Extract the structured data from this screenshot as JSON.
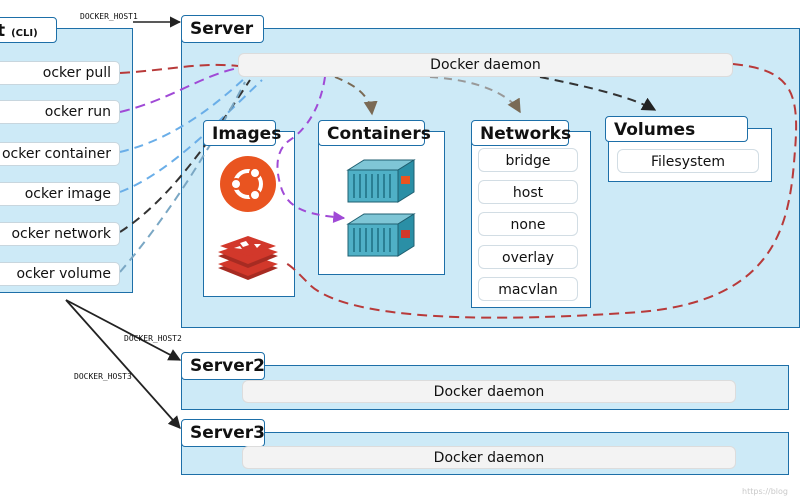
{
  "client": {
    "title": "t",
    "subtitle": "(CLI)",
    "commands": [
      "ocker pull",
      "ocker run",
      "ocker container",
      "ocker image",
      "ocker network",
      "ocker volume"
    ]
  },
  "connections": {
    "host1": "DOCKER_HOST1",
    "host2": "DOCKER_HOST2",
    "host3": "DOCKER_HOST3"
  },
  "server": {
    "title": "Server",
    "daemon": "Docker daemon",
    "images": {
      "title": "Images",
      "icons": [
        "ubuntu-icon",
        "redis-icon"
      ]
    },
    "containers": {
      "title": "Containers",
      "icons": [
        "container-icon",
        "container-icon"
      ]
    },
    "networks": {
      "title": "Networks",
      "items": [
        "bridge",
        "host",
        "none",
        "overlay",
        "macvlan"
      ]
    },
    "volumes": {
      "title": "Volumes",
      "items": [
        "Filesystem"
      ]
    }
  },
  "server2": {
    "title": "Server2",
    "daemon": "Docker daemon"
  },
  "server3": {
    "title": "Server3",
    "daemon": "Docker daemon"
  },
  "watermark": "https://blog",
  "colors": {
    "panel_fill": "#cdeaf7",
    "panel_border": "#1d6fa8",
    "ubuntu_orange": "#e95420",
    "redis_red": "#d2382b",
    "container_teal": "#2a8fa6",
    "arrow_red": "#b83a3a",
    "arrow_purple": "#a04ad6",
    "arrow_blue": "#6aaee8",
    "arrow_dark": "#333333",
    "arrow_gray": "#888888"
  }
}
